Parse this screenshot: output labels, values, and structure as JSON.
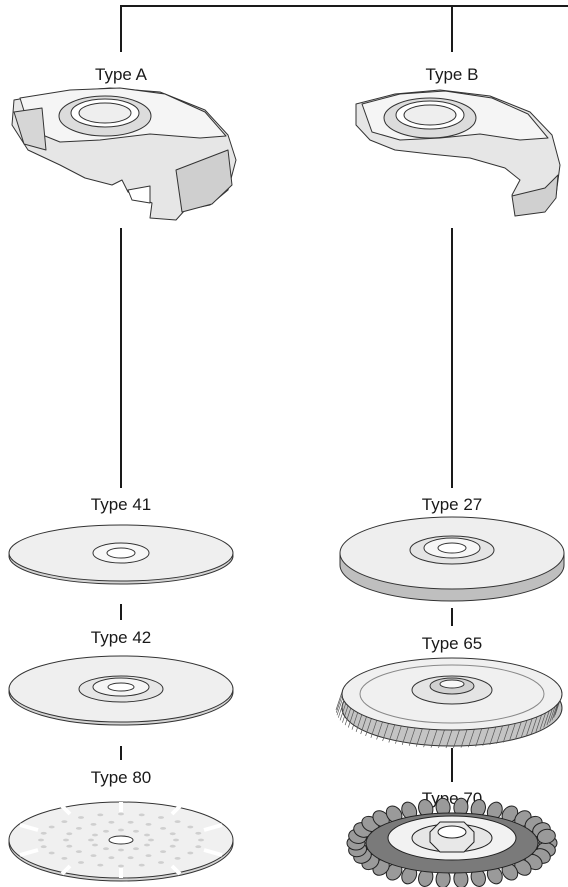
{
  "diagram": {
    "guards": [
      {
        "id": "a",
        "label": "Type A"
      },
      {
        "id": "b",
        "label": "Type B"
      }
    ],
    "left_column": [
      {
        "label": "Type 41",
        "item": "thin-cut-off-wheel"
      },
      {
        "label": "Type 42",
        "item": "depressed-center-cut-off-wheel"
      },
      {
        "label": "Type 80",
        "item": "segmented-diamond-blade"
      }
    ],
    "right_column": [
      {
        "label": "Type 27",
        "item": "depressed-center-grinding-wheel"
      },
      {
        "label": "Type 65",
        "item": "flap-disc"
      },
      {
        "label": "Type 70",
        "item": "knot-wire-wheel-brush"
      }
    ],
    "colors": {
      "line": "#1a1a1a",
      "fill_light": "#f2f2f2",
      "fill_mid": "#e3e3e3",
      "fill_dark": "#c8c8c8",
      "stroke": "#333333"
    }
  }
}
